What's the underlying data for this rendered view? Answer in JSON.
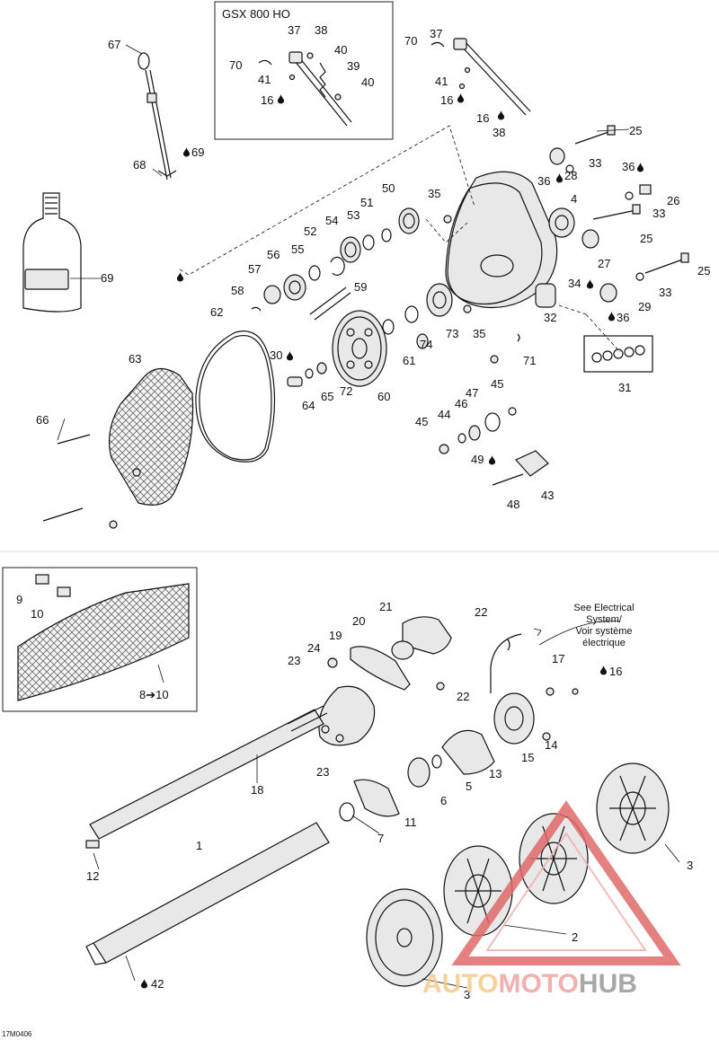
{
  "boxes": {
    "gsx_title": "GSX 800 HO",
    "track_range": "8➔10"
  },
  "note": {
    "line1": "See Electrical",
    "line2": "System/",
    "line3": "Voir système",
    "line4": "électrique"
  },
  "image_ref": "17M0406",
  "watermark": {
    "part1": "AUTO",
    "part2": "MOTO",
    "part3": "HUB"
  },
  "oil_icon": "oil-drop-icon",
  "labels": {
    "gsx_37": "37",
    "gsx_38": "38",
    "gsx_40a": "40",
    "gsx_39": "39",
    "gsx_40b": "40",
    "gsx_70": "70",
    "gsx_41": "41",
    "gsx_16": "16",
    "p70": "70",
    "p37": "37",
    "p41": "41",
    "p16": "16",
    "p38": "38",
    "p67": "67",
    "p68": "68",
    "p69a": "69",
    "p69b": "69",
    "p25a": "25",
    "p28": "28",
    "p33a": "33",
    "p36a": "36",
    "p36b": "36",
    "p26": "26",
    "p33b": "33",
    "p4": "4",
    "p25b": "25",
    "p27": "27",
    "p25c": "25",
    "p34": "34",
    "p33c": "33",
    "p29": "29",
    "p36c": "36",
    "p32": "32",
    "p31": "31",
    "p50": "50",
    "p35a": "35",
    "p51": "51",
    "p53": "53",
    "p54": "54",
    "p52": "52",
    "p55": "55",
    "p56": "56",
    "p57": "57",
    "p58": "58",
    "p59": "59",
    "p62": "62",
    "p63": "63",
    "p66": "66",
    "p30": "30",
    "p64": "64",
    "p65": "65",
    "p72": "72",
    "p60": "60",
    "p61": "61",
    "p74": "74",
    "p73": "73",
    "p35b": "35",
    "p71": "71",
    "p45a": "45",
    "p47": "47",
    "p46": "46",
    "p44": "44",
    "p45b": "45",
    "p49": "49",
    "p43": "43",
    "p48": "48",
    "p9": "9",
    "p10": "10",
    "p21": "21",
    "p22a": "22",
    "p20": "20",
    "p19": "19",
    "p24": "24",
    "p23a": "23",
    "p22b": "22",
    "p17": "17",
    "p16b": "16",
    "p14": "14",
    "p15": "15",
    "p13": "13",
    "p5": "5",
    "p6": "6",
    "p23b": "23",
    "p18": "18",
    "p11": "11",
    "p7": "7",
    "p1": "1",
    "p12": "12",
    "p3a": "3",
    "p2": "2",
    "p3b": "3",
    "p42": "42"
  }
}
